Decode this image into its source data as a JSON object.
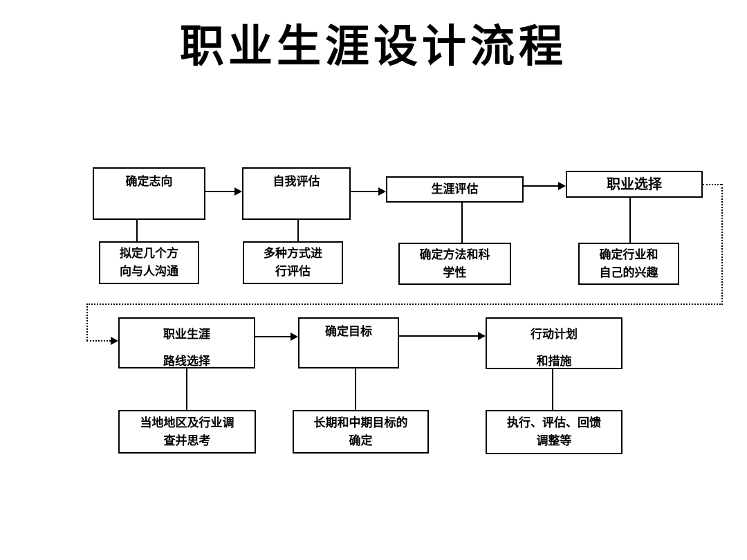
{
  "title": "职业生涯设计流程",
  "colors": {
    "line": "#000000",
    "background": "#ffffff",
    "box_background": "#ffffff",
    "text": "#000000"
  },
  "flowchart": {
    "top_row": [
      {
        "label": "确定志向"
      },
      {
        "label": "自我评估"
      },
      {
        "label": "生涯评估"
      },
      {
        "label": "职业选择"
      }
    ],
    "top_detail": [
      {
        "line1": "拟定几个方",
        "line2": "向与人沟通"
      },
      {
        "line1": "多种方式进",
        "line2": "行评估"
      },
      {
        "line1": "确定方法和科",
        "line2": "学性"
      },
      {
        "line1": "确定行业和",
        "line2": "自己的兴趣"
      }
    ],
    "second_row": [
      {
        "line1": "职业生涯",
        "line2": "路线选择"
      },
      {
        "line1": "确定目标",
        "line2": ""
      },
      {
        "line1": "行动计划",
        "line2": "和措施"
      }
    ],
    "second_detail": [
      {
        "line1": "当地地区及行业调",
        "line2": "查并思考"
      },
      {
        "line1": "长期和中期目标的",
        "line2": "确定"
      },
      {
        "line1": "执行、评估、回馈",
        "line2": "调整等"
      }
    ]
  }
}
